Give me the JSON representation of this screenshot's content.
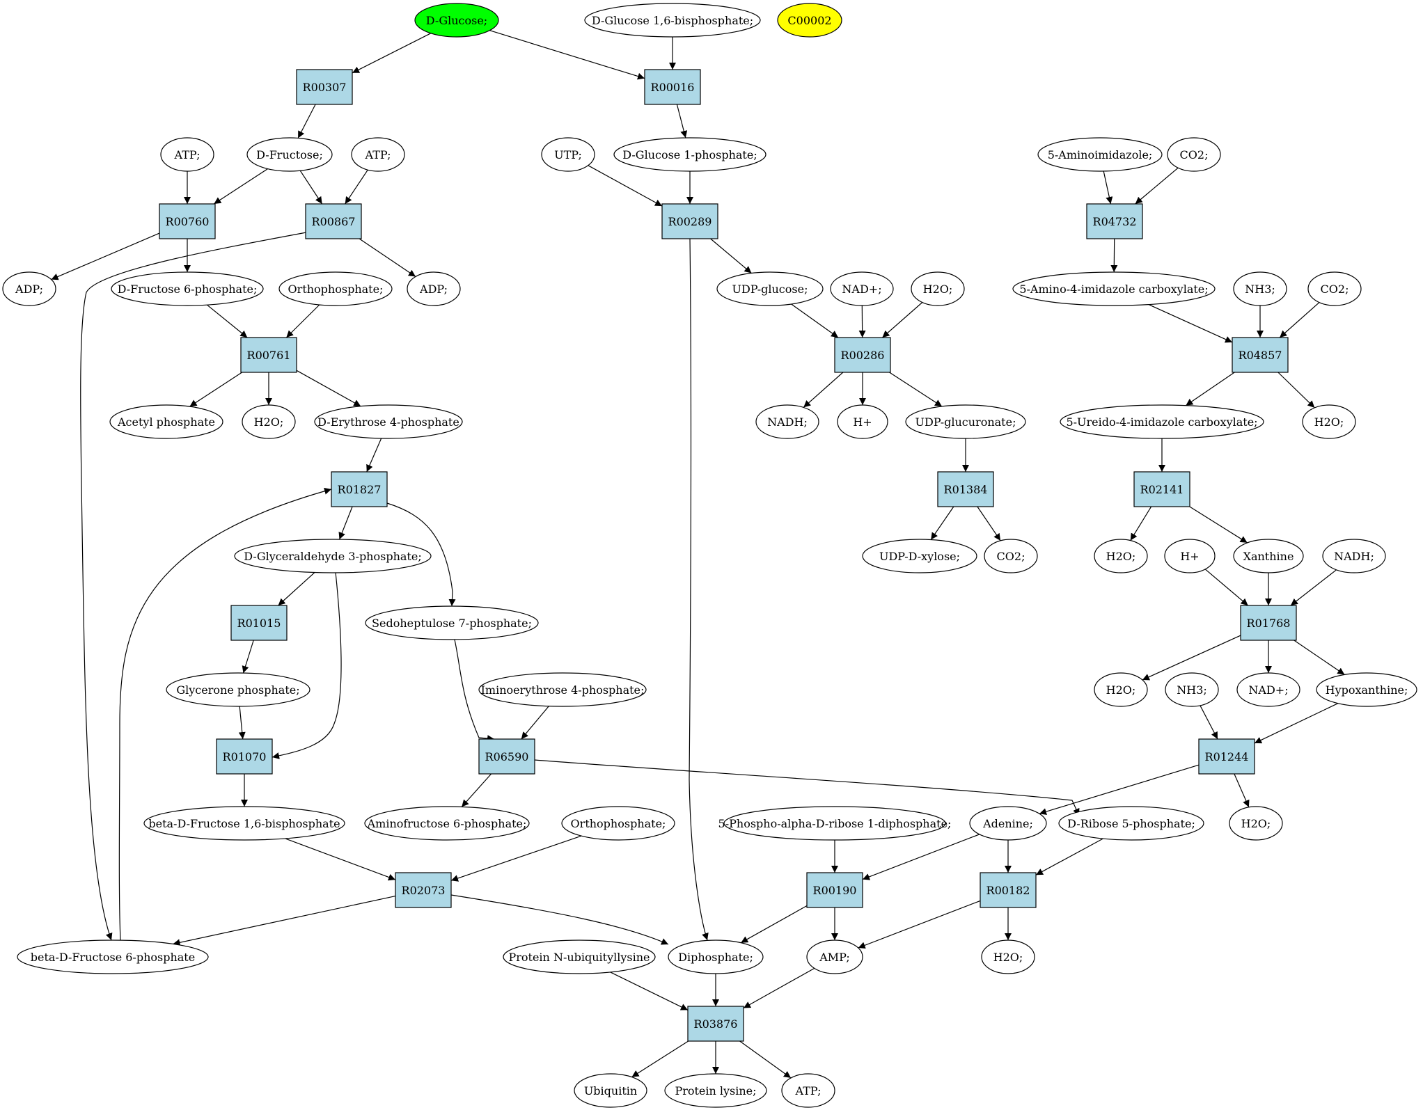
{
  "colors": {
    "start_fill": "#00ff00",
    "highlight_fill": "#ffff00",
    "reaction_fill": "#add8e6",
    "compound_fill": "#ffffff",
    "stroke": "#000000"
  },
  "nodes": {
    "c_dglucose": {
      "label": "D-Glucose;",
      "kind": "compound",
      "fill": "start"
    },
    "c_dglucose16bp": {
      "label": "D-Glucose 1,6-bisphosphate;",
      "kind": "compound"
    },
    "c_c00002": {
      "label": "C00002",
      "kind": "compound",
      "fill": "highlight"
    },
    "r_r00307": {
      "label": "R00307",
      "kind": "reaction"
    },
    "r_r00016": {
      "label": "R00016",
      "kind": "reaction"
    },
    "c_atp_a": {
      "label": "ATP;",
      "kind": "compound"
    },
    "c_dfructose": {
      "label": "D-Fructose;",
      "kind": "compound"
    },
    "c_atp_b": {
      "label": "ATP;",
      "kind": "compound"
    },
    "c_utp": {
      "label": "UTP;",
      "kind": "compound"
    },
    "c_dglucose1p": {
      "label": "D-Glucose 1-phosphate;",
      "kind": "compound"
    },
    "c_5aminoimidazole": {
      "label": "5-Aminoimidazole;",
      "kind": "compound"
    },
    "c_co2_a": {
      "label": "CO2;",
      "kind": "compound"
    },
    "r_r00760": {
      "label": "R00760",
      "kind": "reaction"
    },
    "r_r00867": {
      "label": "R00867",
      "kind": "reaction"
    },
    "r_r00289": {
      "label": "R00289",
      "kind": "reaction"
    },
    "r_r04732": {
      "label": "R04732",
      "kind": "reaction"
    },
    "c_adp_a": {
      "label": "ADP;",
      "kind": "compound"
    },
    "c_dfructose6p": {
      "label": "D-Fructose 6-phosphate;",
      "kind": "compound"
    },
    "c_orthophosphate_a": {
      "label": "Orthophosphate;",
      "kind": "compound"
    },
    "c_adp_b": {
      "label": "ADP;",
      "kind": "compound"
    },
    "c_udpglucose": {
      "label": "UDP-glucose;",
      "kind": "compound"
    },
    "c_nadplus_a": {
      "label": "NAD+;",
      "kind": "compound"
    },
    "c_h2o_a": {
      "label": "H2O;",
      "kind": "compound"
    },
    "c_5amino4imid": {
      "label": "5-Amino-4-imidazole carboxylate;",
      "kind": "compound"
    },
    "c_nh3_a": {
      "label": "NH3;",
      "kind": "compound"
    },
    "c_co2_b": {
      "label": "CO2;",
      "kind": "compound"
    },
    "r_r00761": {
      "label": "R00761",
      "kind": "reaction"
    },
    "r_r00286": {
      "label": "R00286",
      "kind": "reaction"
    },
    "r_r04857": {
      "label": "R04857",
      "kind": "reaction"
    },
    "c_acetylp": {
      "label": "Acetyl phosphate",
      "kind": "compound"
    },
    "c_h2o_b": {
      "label": "H2O;",
      "kind": "compound"
    },
    "c_derythrose4p": {
      "label": "D-Erythrose 4-phosphate",
      "kind": "compound"
    },
    "c_nadh_a": {
      "label": "NADH;",
      "kind": "compound"
    },
    "c_hplus_a": {
      "label": "H+",
      "kind": "compound"
    },
    "c_udpglucuronate": {
      "label": "UDP-glucuronate;",
      "kind": "compound"
    },
    "c_5ureido": {
      "label": "5-Ureido-4-imidazole carboxylate;",
      "kind": "compound"
    },
    "c_h2o_c": {
      "label": "H2O;",
      "kind": "compound"
    },
    "r_r01827": {
      "label": "R01827",
      "kind": "reaction"
    },
    "r_r01384": {
      "label": "R01384",
      "kind": "reaction"
    },
    "r_r02141": {
      "label": "R02141",
      "kind": "reaction"
    },
    "c_dglyceraldehyde3p": {
      "label": "D-Glyceraldehyde 3-phosphate;",
      "kind": "compound"
    },
    "c_udpdxylose": {
      "label": "UDP-D-xylose;",
      "kind": "compound"
    },
    "c_co2_c": {
      "label": "CO2;",
      "kind": "compound"
    },
    "c_h2o_d": {
      "label": "H2O;",
      "kind": "compound"
    },
    "c_hplus_b": {
      "label": "H+",
      "kind": "compound"
    },
    "c_xanthine": {
      "label": "Xanthine",
      "kind": "compound"
    },
    "c_nadh_b": {
      "label": "NADH;",
      "kind": "compound"
    },
    "r_r01015": {
      "label": "R01015",
      "kind": "reaction"
    },
    "c_sedoheptulose7p": {
      "label": "Sedoheptulose 7-phosphate;",
      "kind": "compound"
    },
    "r_r01768": {
      "label": "R01768",
      "kind": "reaction"
    },
    "c_glyceronep": {
      "label": "Glycerone phosphate;",
      "kind": "compound"
    },
    "c_iminoerythrose4p": {
      "label": "Iminoerythrose 4-phosphate;",
      "kind": "compound"
    },
    "c_h2o_e": {
      "label": "H2O;",
      "kind": "compound"
    },
    "c_nh3_b": {
      "label": "NH3;",
      "kind": "compound"
    },
    "c_nadplus_b": {
      "label": "NAD+;",
      "kind": "compound"
    },
    "c_hypoxanthine": {
      "label": "Hypoxanthine;",
      "kind": "compound"
    },
    "r_r01070": {
      "label": "R01070",
      "kind": "reaction"
    },
    "r_r06590": {
      "label": "R06590",
      "kind": "reaction"
    },
    "r_r01244": {
      "label": "R01244",
      "kind": "reaction"
    },
    "c_betadfructose16bp": {
      "label": "beta-D-Fructose 1,6-bisphosphate",
      "kind": "compound"
    },
    "c_aminofructose6p": {
      "label": "Aminofructose 6-phosphate;",
      "kind": "compound"
    },
    "c_orthophosphate_b": {
      "label": "Orthophosphate;",
      "kind": "compound"
    },
    "c_5phosphoribose": {
      "label": "5-Phospho-alpha-D-ribose 1-diphosphate;",
      "kind": "compound"
    },
    "c_adenine": {
      "label": "Adenine;",
      "kind": "compound"
    },
    "c_dribose5p": {
      "label": "D-Ribose 5-phosphate;",
      "kind": "compound"
    },
    "c_h2o_f": {
      "label": "H2O;",
      "kind": "compound"
    },
    "r_r02073": {
      "label": "R02073",
      "kind": "reaction"
    },
    "r_r00190": {
      "label": "R00190",
      "kind": "reaction"
    },
    "r_r00182": {
      "label": "R00182",
      "kind": "reaction"
    },
    "c_betadfructose6p": {
      "label": "beta-D-Fructose 6-phosphate",
      "kind": "compound"
    },
    "c_proteinnubiq": {
      "label": "Protein N-ubiquityllysine",
      "kind": "compound"
    },
    "c_diphosphate": {
      "label": "Diphosphate;",
      "kind": "compound"
    },
    "c_amp": {
      "label": "AMP;",
      "kind": "compound"
    },
    "c_h2o_g": {
      "label": "H2O;",
      "kind": "compound"
    },
    "r_r03876": {
      "label": "R03876",
      "kind": "reaction"
    },
    "c_ubiquitin": {
      "label": "Ubiquitin",
      "kind": "compound"
    },
    "c_proteinlysine": {
      "label": "Protein lysine;",
      "kind": "compound"
    },
    "c_atp_c": {
      "label": "ATP;",
      "kind": "compound"
    }
  },
  "edges": [
    {
      "from": "c_dglucose",
      "to": "r_r00307"
    },
    {
      "from": "c_dglucose",
      "to": "r_r00016"
    },
    {
      "from": "c_dglucose16bp",
      "to": "r_r00016"
    },
    {
      "from": "r_r00307",
      "to": "c_dfructose"
    },
    {
      "from": "r_r00016",
      "to": "c_dglucose1p"
    },
    {
      "from": "c_atp_a",
      "to": "r_r00760"
    },
    {
      "from": "c_dfructose",
      "to": "r_r00760"
    },
    {
      "from": "c_dfructose",
      "to": "r_r00867"
    },
    {
      "from": "c_atp_b",
      "to": "r_r00867"
    },
    {
      "from": "c_utp",
      "to": "r_r00289"
    },
    {
      "from": "c_dglucose1p",
      "to": "r_r00289"
    },
    {
      "from": "c_5aminoimidazole",
      "to": "r_r04732"
    },
    {
      "from": "c_co2_a",
      "to": "r_r04732"
    },
    {
      "from": "r_r00760",
      "to": "c_adp_a"
    },
    {
      "from": "r_r00760",
      "to": "c_dfructose6p"
    },
    {
      "from": "r_r00867",
      "to": "c_adp_b"
    },
    {
      "from": "r_r00867",
      "to": "c_betadfructose6p",
      "route": "r00867_to_bf6p"
    },
    {
      "from": "r_r00289",
      "to": "c_udpglucose"
    },
    {
      "from": "r_r00289",
      "to": "c_diphosphate",
      "route": "r00289_to_diphosphate"
    },
    {
      "from": "r_r04732",
      "to": "c_5amino4imid"
    },
    {
      "from": "c_dfructose6p",
      "to": "r_r00761"
    },
    {
      "from": "c_orthophosphate_a",
      "to": "r_r00761"
    },
    {
      "from": "c_udpglucose",
      "to": "r_r00286"
    },
    {
      "from": "c_nadplus_a",
      "to": "r_r00286"
    },
    {
      "from": "c_h2o_a",
      "to": "r_r00286"
    },
    {
      "from": "c_5amino4imid",
      "to": "r_r04857"
    },
    {
      "from": "c_nh3_a",
      "to": "r_r04857"
    },
    {
      "from": "c_co2_b",
      "to": "r_r04857"
    },
    {
      "from": "r_r00761",
      "to": "c_acetylp"
    },
    {
      "from": "r_r00761",
      "to": "c_h2o_b"
    },
    {
      "from": "r_r00761",
      "to": "c_derythrose4p"
    },
    {
      "from": "r_r00286",
      "to": "c_nadh_a"
    },
    {
      "from": "r_r00286",
      "to": "c_hplus_a"
    },
    {
      "from": "r_r00286",
      "to": "c_udpglucuronate"
    },
    {
      "from": "r_r04857",
      "to": "c_5ureido"
    },
    {
      "from": "r_r04857",
      "to": "c_h2o_c"
    },
    {
      "from": "c_derythrose4p",
      "to": "r_r01827"
    },
    {
      "from": "c_udpglucuronate",
      "to": "r_r01384"
    },
    {
      "from": "c_5ureido",
      "to": "r_r02141"
    },
    {
      "from": "r_r01827",
      "to": "c_dglyceraldehyde3p"
    },
    {
      "from": "r_r01827",
      "to": "c_sedoheptulose7p",
      "route": "r01827_to_sedo"
    },
    {
      "from": "r_r01384",
      "to": "c_udpdxylose"
    },
    {
      "from": "r_r01384",
      "to": "c_co2_c"
    },
    {
      "from": "r_r02141",
      "to": "c_h2o_d"
    },
    {
      "from": "r_r02141",
      "to": "c_xanthine"
    },
    {
      "from": "c_dglyceraldehyde3p",
      "to": "r_r01015"
    },
    {
      "from": "c_dglyceraldehyde3p",
      "to": "r_r01070",
      "route": "g3p_to_r01070"
    },
    {
      "from": "c_hplus_b",
      "to": "r_r01768"
    },
    {
      "from": "c_xanthine",
      "to": "r_r01768"
    },
    {
      "from": "c_nadh_b",
      "to": "r_r01768"
    },
    {
      "from": "r_r01015",
      "to": "c_glyceronep"
    },
    {
      "from": "c_sedoheptulose7p",
      "to": "r_r06590",
      "route": "sedo_to_r06590"
    },
    {
      "from": "r_r01768",
      "to": "c_h2o_e"
    },
    {
      "from": "r_r01768",
      "to": "c_nadplus_b"
    },
    {
      "from": "r_r01768",
      "to": "c_hypoxanthine"
    },
    {
      "from": "c_glyceronep",
      "to": "r_r01070"
    },
    {
      "from": "c_iminoerythrose4p",
      "to": "r_r06590"
    },
    {
      "from": "c_nh3_b",
      "to": "r_r01244"
    },
    {
      "from": "c_hypoxanthine",
      "to": "r_r01244"
    },
    {
      "from": "r_r01070",
      "to": "c_betadfructose16bp"
    },
    {
      "from": "r_r06590",
      "to": "c_aminofructose6p"
    },
    {
      "from": "r_r06590",
      "to": "c_dribose5p",
      "route": "r06590_to_ribose"
    },
    {
      "from": "r_r01244",
      "to": "c_adenine"
    },
    {
      "from": "r_r01244",
      "to": "c_h2o_f"
    },
    {
      "from": "c_betadfructose16bp",
      "to": "r_r02073"
    },
    {
      "from": "c_orthophosphate_b",
      "to": "r_r02073"
    },
    {
      "from": "c_5phosphoribose",
      "to": "r_r00190"
    },
    {
      "from": "c_adenine",
      "to": "r_r00190"
    },
    {
      "from": "c_adenine",
      "to": "r_r00182"
    },
    {
      "from": "c_dribose5p",
      "to": "r_r00182"
    },
    {
      "from": "r_r02073",
      "to": "c_betadfructose6p"
    },
    {
      "from": "r_r02073",
      "to": "c_diphosphate",
      "route": "r02073_to_diphosphate"
    },
    {
      "from": "r_r00190",
      "to": "c_diphosphate"
    },
    {
      "from": "r_r00190",
      "to": "c_amp"
    },
    {
      "from": "r_r00182",
      "to": "c_amp"
    },
    {
      "from": "r_r00182",
      "to": "c_h2o_g"
    },
    {
      "from": "c_betadfructose6p",
      "to": "r_r01827",
      "route": "bf6p_to_r01827"
    },
    {
      "from": "c_proteinnubiq",
      "to": "r_r03876"
    },
    {
      "from": "c_diphosphate",
      "to": "r_r03876"
    },
    {
      "from": "c_amp",
      "to": "r_r03876"
    },
    {
      "from": "r_r03876",
      "to": "c_ubiquitin"
    },
    {
      "from": "r_r03876",
      "to": "c_proteinlysine"
    },
    {
      "from": "r_r03876",
      "to": "c_atp_c"
    }
  ]
}
